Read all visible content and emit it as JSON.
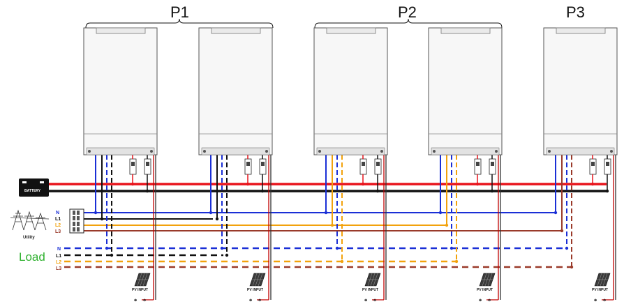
{
  "groups": [
    {
      "label": "P1"
    },
    {
      "label": "P2"
    },
    {
      "label": "P3"
    }
  ],
  "battery_label": "BATTERY",
  "utility_label": "Utility",
  "load_label": "Load",
  "bus_labels": {
    "n": "N",
    "l1": "L1",
    "l2": "L2",
    "l3": "L3"
  },
  "pv_label": "PV INPUT",
  "pv_plus": "⊕",
  "pv_minus": "⊖",
  "colors": {
    "battery_pos": "#e8141c",
    "battery_neg": "#111111",
    "neutral": "#1a2fd6",
    "l1": "#111111",
    "l2": "#f2a20c",
    "l3": "#9a3a2a",
    "pv": "#c00000",
    "load_label": "#2fb12f"
  },
  "inverters": [
    {
      "phase": "L1"
    },
    {
      "phase": "L1"
    },
    {
      "phase": "L2"
    },
    {
      "phase": "L2"
    },
    {
      "phase": "L3"
    }
  ]
}
